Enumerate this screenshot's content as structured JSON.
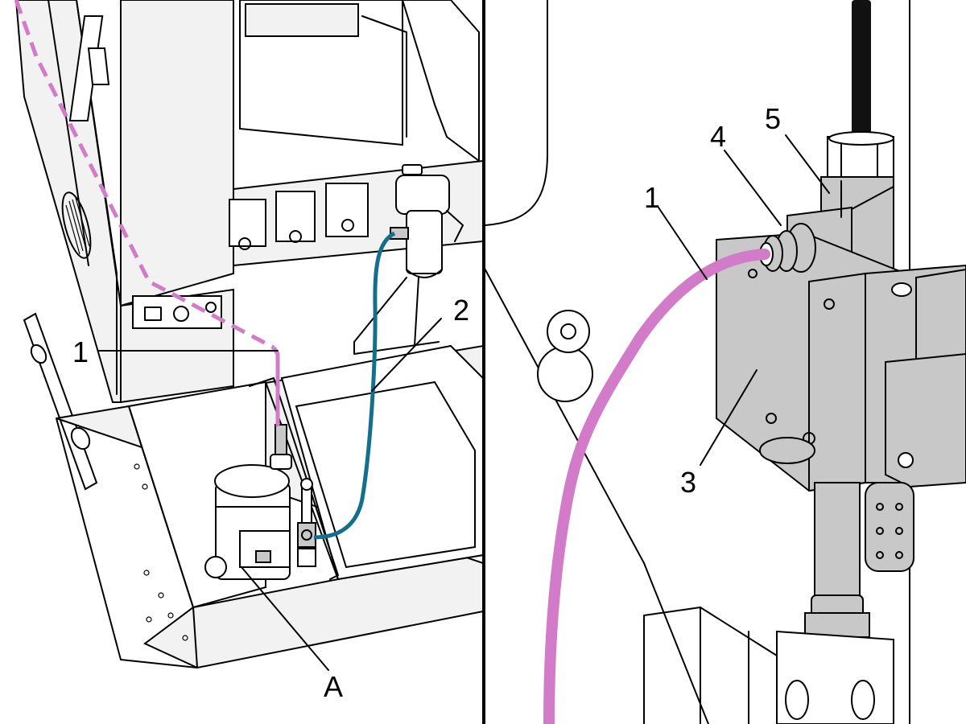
{
  "left_panel": {
    "callouts": {
      "c1": "1",
      "c2": "2",
      "cA": "A"
    }
  },
  "right_panel": {
    "callouts": {
      "c1": "1",
      "c3": "3",
      "c4": "4",
      "c5": "5"
    }
  },
  "colors": {
    "line_1_magenta": "#d27bc8",
    "line_2_teal": "#13708c",
    "divider": "#000000",
    "part_gray": "#c8c8c8"
  }
}
